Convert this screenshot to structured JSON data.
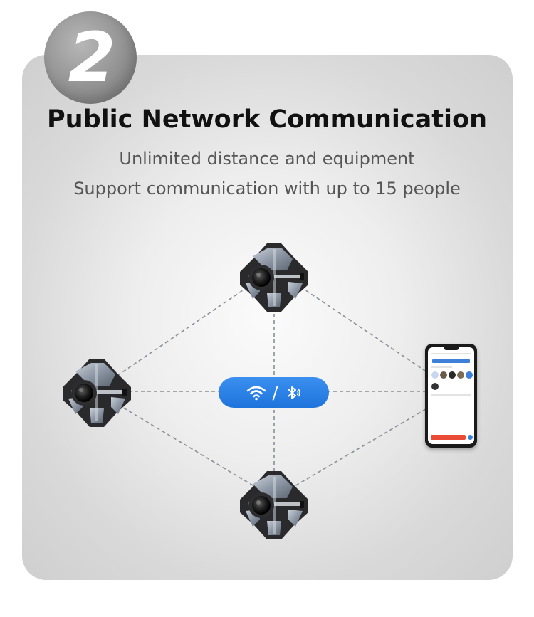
{
  "badge": {
    "number": "2"
  },
  "heading": {
    "title": "Public Network Communication",
    "line1": "Unlimited distance and equipment",
    "line2": "Support communication with up to 15 people"
  },
  "connection": {
    "separator": "/",
    "icons": [
      "wifi-icon",
      "bluetooth-icon"
    ],
    "color": "#2a82e6"
  },
  "devices": [
    "top",
    "left",
    "bottom"
  ],
  "phone": {
    "accent": "#3d7fd9",
    "button": "#ea4b37"
  }
}
